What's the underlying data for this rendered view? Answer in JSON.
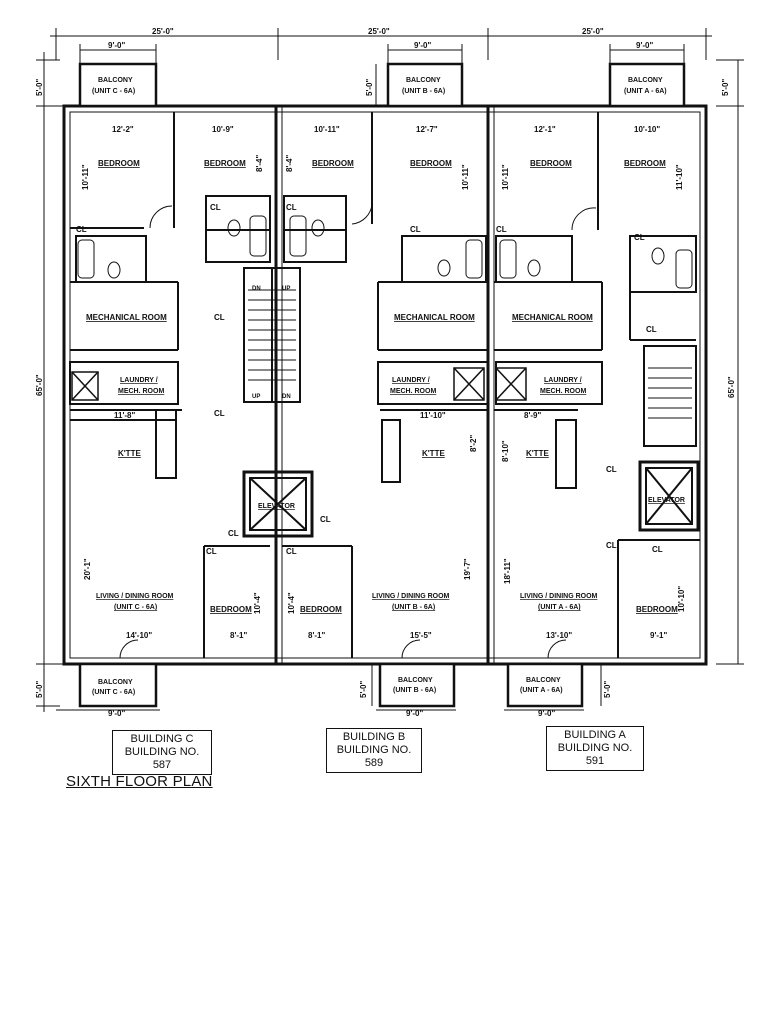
{
  "title": "SIXTH FLOOR PLAN",
  "dims": {
    "top_building": "25'-0\"",
    "balcony_width": "9'-0\"",
    "balcony_depth": "5'-0\"",
    "overall_depth": "65'-0\"",
    "c_br1_w": "12'-2\"",
    "c_br2_w": "10'-9\"",
    "c_br1_d": "10'-11\"",
    "c_br2_d": "8'-4\"",
    "b_br1_w": "10'-11\"",
    "b_br2_w": "12'-7\"",
    "b_br1_d": "8'-4\"",
    "b_br2_d": "10'-11\"",
    "a_br1_w": "12'-1\"",
    "a_br2_w": "10'-10\"",
    "a_br1_d": "10'-11\"",
    "a_br2_d": "11'-10\"",
    "c_kit": "11'-8\"",
    "b_kit": "11'-10\"",
    "a_kit": "8'-9\"",
    "b_kit_d": "8'-2\"",
    "a_kit_d": "8'-10\"",
    "c_liv_d": "20'-1\"",
    "b_liv_d": "19'-7\"",
    "a_liv_d": "18'-11\"",
    "c_liv_w": "14'-10\"",
    "b_liv_w": "15'-5\"",
    "a_liv_w": "13'-10\"",
    "c_br3_w": "8'-1\"",
    "b_br3_w": "8'-1\"",
    "a_br3_w": "9'-1\"",
    "c_br3_d": "10'-4\"",
    "b_br3_d": "10'-4\"",
    "a_br3_d": "10'-10\""
  },
  "rooms": {
    "bedroom": "BEDROOM",
    "mechanical": "MECHANICAL ROOM",
    "laundry": "LAUNDRY /",
    "mech_room": "MECH. ROOM",
    "kitchen": "K'TTE",
    "living": "LIVING / DINING ROOM",
    "elevator": "ELEVATOR",
    "closet": "CL",
    "up": "UP",
    "dn": "DN"
  },
  "units": {
    "c": "(UNIT C - 6A)",
    "b": "(UNIT B - 6A)",
    "a": "(UNIT A - 6A)"
  },
  "balcony_label": "BALCONY",
  "buildings": [
    {
      "name": "BUILDING C",
      "number": "BUILDING NO.  587"
    },
    {
      "name": "BUILDING B",
      "number": "BUILDING NO.  589"
    },
    {
      "name": "BUILDING A",
      "number": "BUILDING NO.  591"
    }
  ]
}
